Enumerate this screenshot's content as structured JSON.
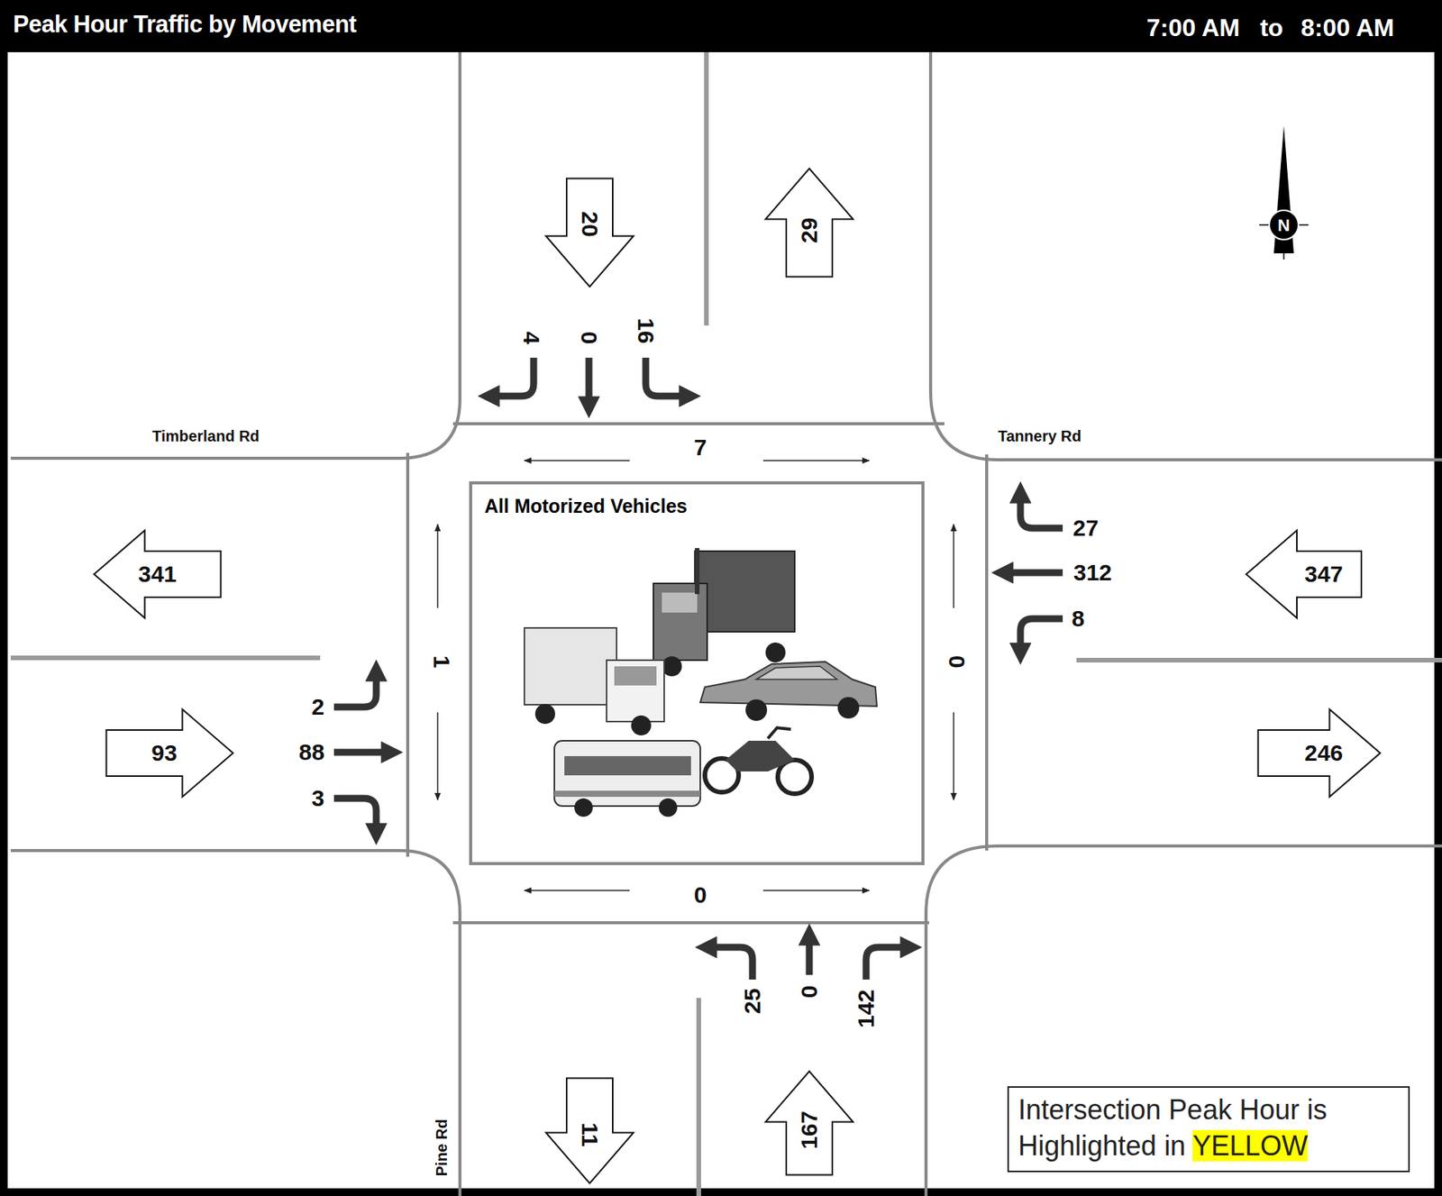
{
  "diagram": {
    "title": "Peak Hour Traffic by Movement",
    "nodes": [
      {
        "text": [
          "All Motorized Vehicles"
        ]
      },
      {
        "text": [
          "Intersection Peak Hour is Highlighted in",
          "YELLOW"
        ]
      }
    ],
    "labels": [
      "7:00 AM",
      "to",
      "8:00 AM",
      "Timberland Rd",
      "Tannery Rd",
      "Pine Rd",
      "20",
      "29",
      "4",
      "0",
      "16",
      "7",
      "27",
      "312",
      "8",
      "0",
      "341",
      "347",
      "1",
      "2",
      "88",
      "3",
      "93",
      "246",
      "0",
      "25",
      "0",
      "142",
      "11",
      "167",
      "N"
    ]
  }
}
